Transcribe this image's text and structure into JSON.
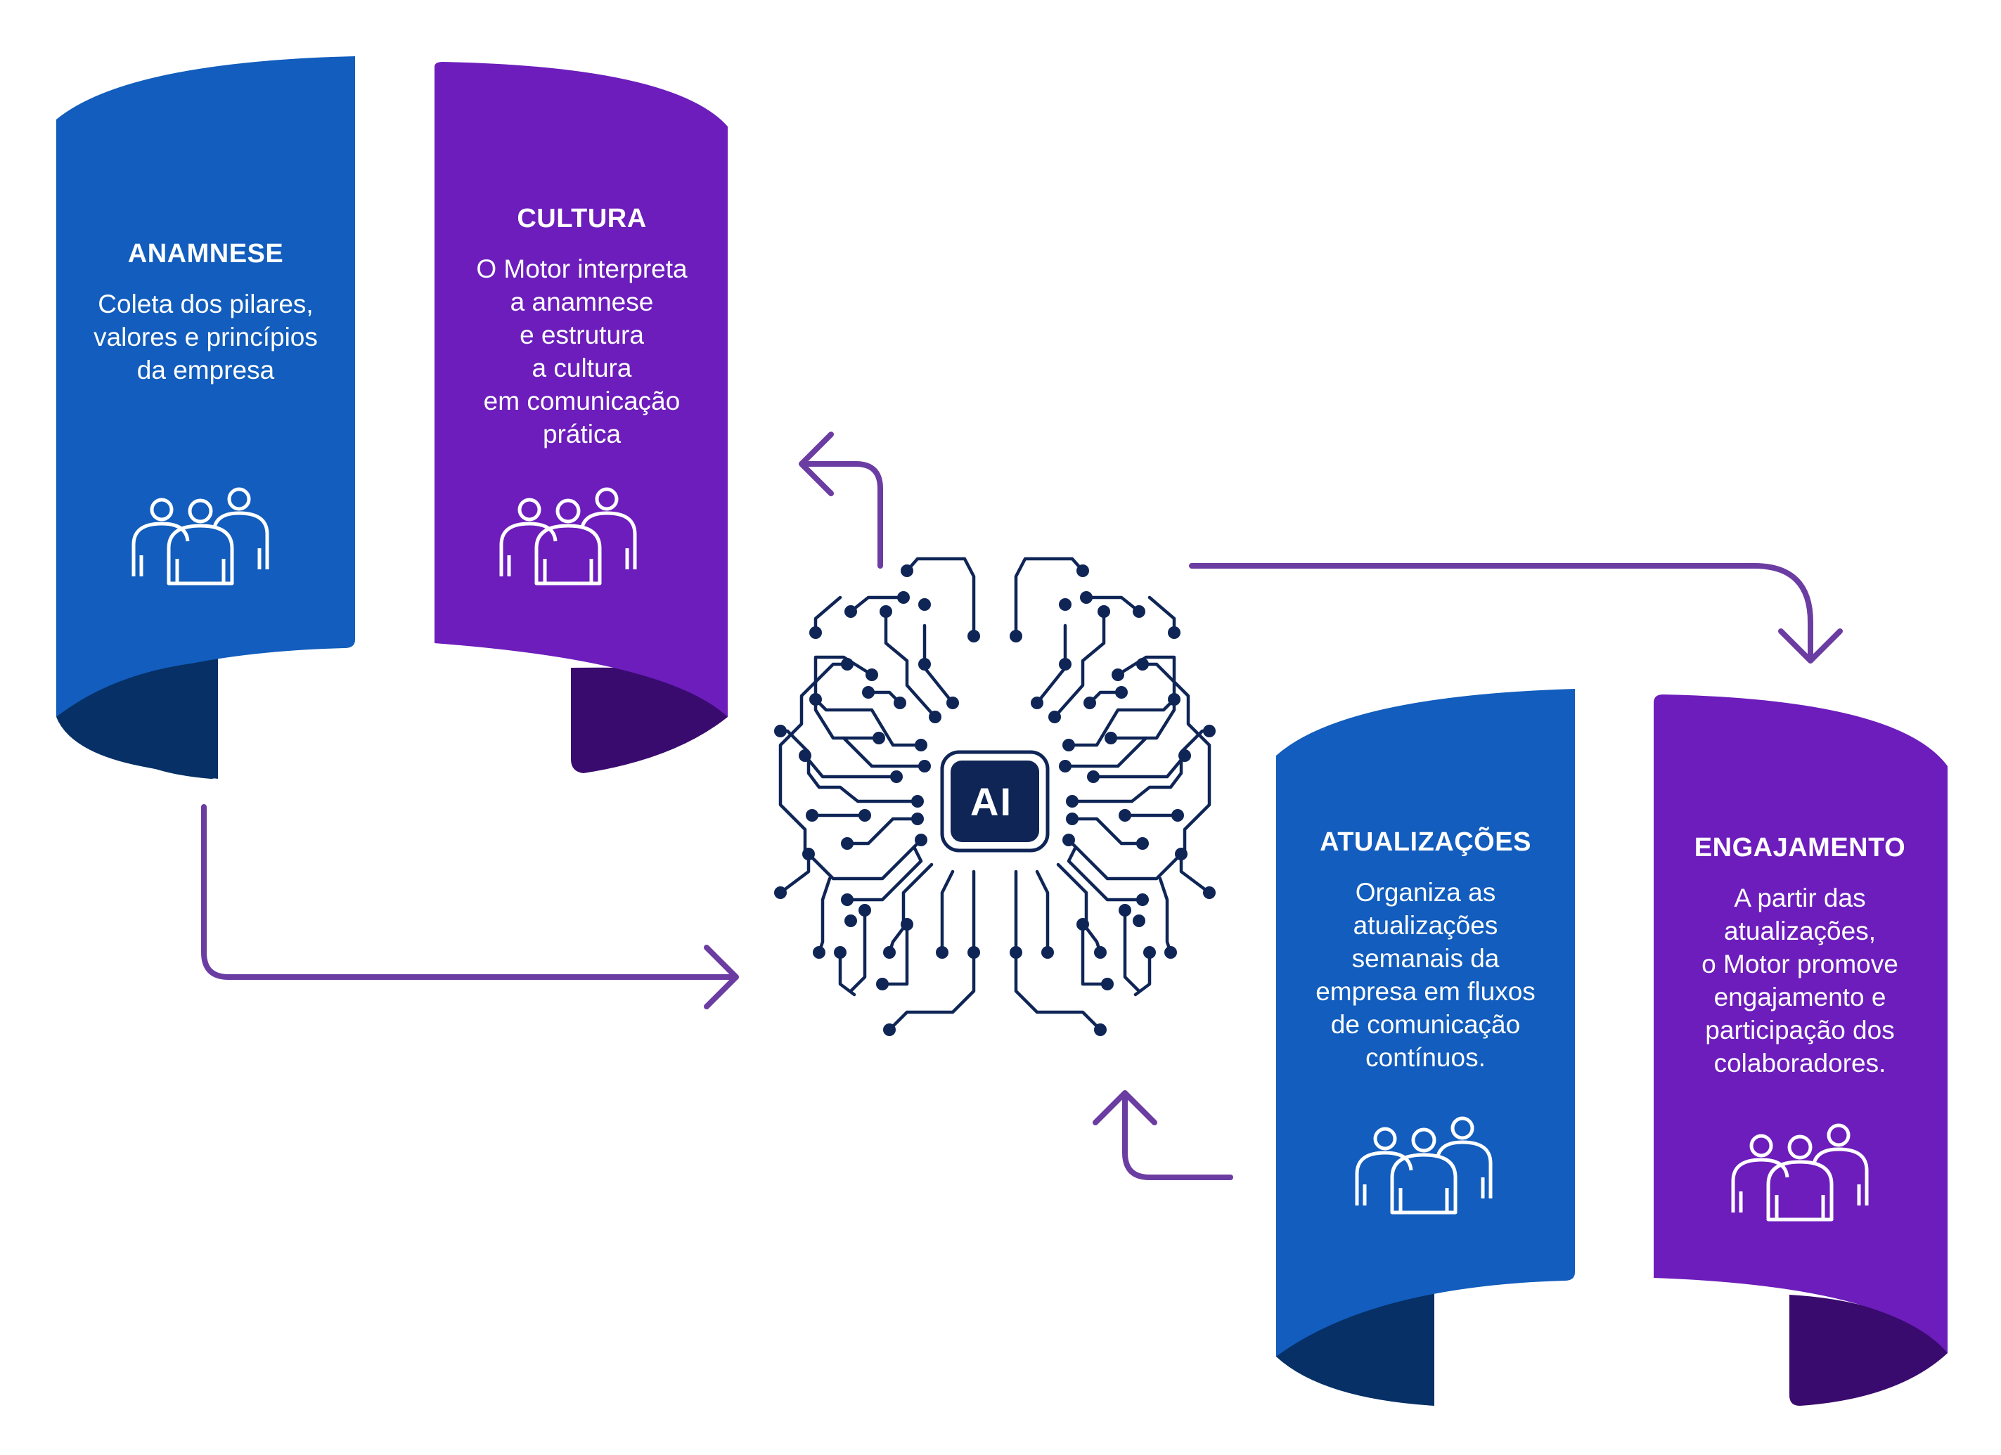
{
  "colors": {
    "blue": "#125DBD",
    "blue_dark": "#063066",
    "purple": "#6C1DBB",
    "purple_dark": "#3A0B6E",
    "arrow": "#6B3DA2",
    "circuit": "#0F2556"
  },
  "cards": [
    {
      "id": "anamnese",
      "color": "blue",
      "title": "ANAMNESE",
      "lines": [
        "Coleta dos pilares,",
        "valores e princípios",
        "da empresa"
      ],
      "icon": "people-group-icon"
    },
    {
      "id": "cultura",
      "color": "purple",
      "title": "CULTURA",
      "lines": [
        "O Motor interpreta",
        "a anamnese",
        "e estrutura",
        "a cultura",
        "em comunicação",
        "prática"
      ],
      "icon": "people-group-icon"
    },
    {
      "id": "atualizacoes",
      "color": "blue",
      "title": "ATUALIZAÇÕES",
      "lines": [
        "Organiza as",
        "atualizações",
        "semanais da",
        "empresa em fluxos",
        "de comunicação",
        "contínuos."
      ],
      "icon": "people-group-icon"
    },
    {
      "id": "engajamento",
      "color": "purple",
      "title": "ENGAJAMENTO",
      "lines": [
        "A partir das",
        "atualizações,",
        "o Motor promove",
        "engajamento e",
        "participação dos",
        "colaboradores."
      ],
      "icon": "people-group-icon"
    }
  ],
  "center": {
    "label": "AI",
    "icon": "ai-brain-circuit-icon"
  }
}
